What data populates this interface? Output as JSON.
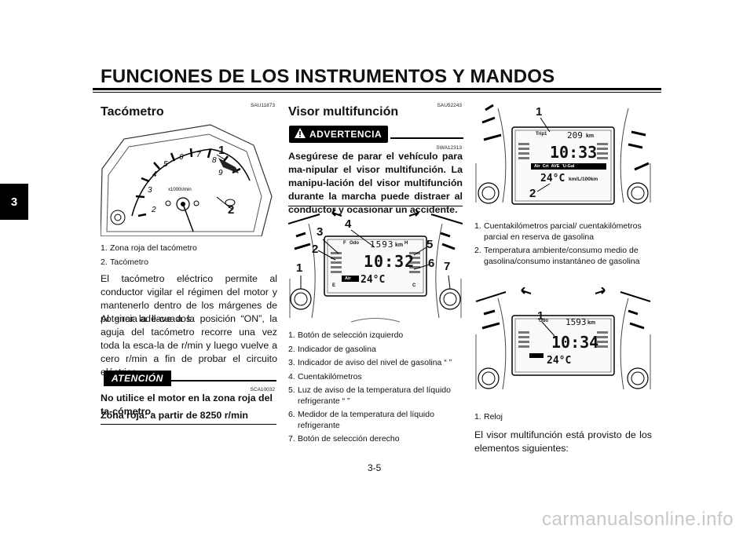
{
  "header": {
    "title": "FUNCIONES DE LOS INSTRUMENTOS Y MANDOS",
    "chapter": "3"
  },
  "left": {
    "code": "SAU11873",
    "title": "Tacómetro",
    "figure_callouts": [
      "1",
      "2"
    ],
    "captions": [
      {
        "n": "1.",
        "text": "Zona roja del tacómetro"
      },
      {
        "n": "2.",
        "text": "Tacómetro"
      }
    ],
    "para1": "El tacómetro eléctrico permite al conductor vigilar el régimen del motor y mantenerlo dentro de los márgenes de potencia ade-cuados.",
    "para2": "Al girar la llave a la posición “ON”, la aguja del tacómetro recorre una vez toda la esca-la de r/min y luego vuelve a cero r/min a fin de probar el circuito eléctrico.",
    "atencion_label": "ATENCIÓN",
    "atencion_code": "SCA10032",
    "atencion_text1": "No utilice el motor en la zona roja del ta-cómetro.",
    "atencion_text2": "Zona roja: a partir de 8250 r/min"
  },
  "middle": {
    "code": "SAU52243",
    "title": "Visor multifunción",
    "warn_label": "ADVERTENCIA",
    "warn_code": "SWA12313",
    "warn_text": "Asegúrese de parar el vehículo para ma-nipular el visor multifunción. La manipu-lación del visor multifunción durante la marcha puede distraer al conductor y ocasionar un accidente.",
    "figure_callouts": [
      "1",
      "2",
      "3",
      "4",
      "5",
      "6",
      "7"
    ],
    "display": {
      "odo_label": "Odo",
      "odo_value": "1593",
      "odo_unit": "km",
      "time": "10:32",
      "temp": "24°C",
      "air_label": "Air",
      "e_label": "E",
      "f_label": "F",
      "h_label": "H",
      "c_label": "C"
    },
    "captions": [
      {
        "n": "1.",
        "text": "Botón de selección izquierdo"
      },
      {
        "n": "2.",
        "text": "Indicador de gasolina"
      },
      {
        "n": "3.",
        "text": "Indicador de aviso del nivel de gasolina “ ”"
      },
      {
        "n": "4.",
        "text": "Cuentakilómetros"
      },
      {
        "n": "5.",
        "text": "Luz de aviso de la temperatura del líquido refrigerante “ ”"
      },
      {
        "n": "6.",
        "text": "Medidor de la temperatura del líquido refrigerante"
      },
      {
        "n": "7.",
        "text": "Botón de selección derecho"
      }
    ]
  },
  "right": {
    "figure1_callouts": [
      "1",
      "2"
    ],
    "display1": {
      "trip_label": "Trip1",
      "trip_value": "209",
      "unit_km": "km",
      "time": "10:33",
      "temp": "24°C",
      "consumption_unit": "km/L/100km",
      "tabs": "Air  Crt  AVE  'U-Gal"
    },
    "captions1": [
      {
        "n": "1.",
        "text": "Cuentakilómetros parcial/ cuentakilómetros parcial en reserva de gasolina"
      },
      {
        "n": "2.",
        "text": "Temperatura ambiente/consumo medio de gasolina/consumo instantáneo de gasolina"
      }
    ],
    "figure2_callouts": [
      "1"
    ],
    "display2": {
      "odo_label": "Odo",
      "odo_value": "1593",
      "unit_km": "km",
      "time": "10:34",
      "temp": "24°C"
    },
    "captions2": [
      {
        "n": "1.",
        "text": "Reloj"
      }
    ],
    "para": "El visor multifunción está provisto de los elementos siguientes:"
  },
  "footer": {
    "page": "3-5",
    "watermark": "carmanualsonline.info"
  }
}
